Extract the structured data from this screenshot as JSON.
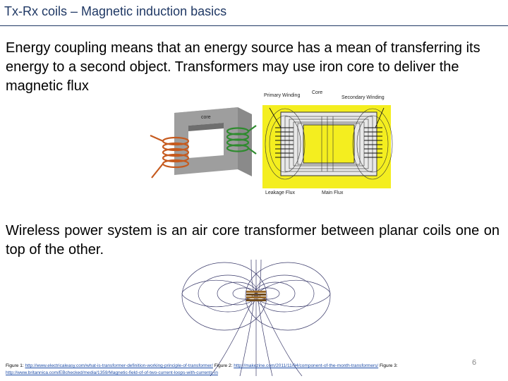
{
  "slide": {
    "title": "Tx-Rx coils – Magnetic induction basics",
    "paragraph1": "Energy coupling means that an energy source has a mean of transferring its energy to a second  object. Transformers may use iron core to deliver the magnetic flux",
    "paragraph2": "Wireless power system is an air core transformer between planar coils one on top of the other.",
    "page_number": "6"
  },
  "figure1": {
    "core_label": "core"
  },
  "figure2": {
    "primary_label": "Primary Winding",
    "core_label": "Core",
    "secondary_label": "Secondary Winding",
    "leakage_label": "Leakage Flux",
    "main_flux_label": "Main Flux",
    "background_color": "#f4ee1f"
  },
  "footer": {
    "fig1_prefix": "Figure 1: ",
    "fig1_url": "http://www.electricaleasy.com/what-is-transformer-definition-working-principle-of-transformer/",
    "fig2_prefix": " Figure 2: ",
    "fig2_url": "http://makezine.com/2011/11/04/component-of-the-month-transformers/",
    "fig3_prefix": " Figure 3: ",
    "fig3_url": "http://www.britannica.com/EBchecked/media/1359/Magnetic-field-of-of-two-current-loops-with-currents-in"
  }
}
